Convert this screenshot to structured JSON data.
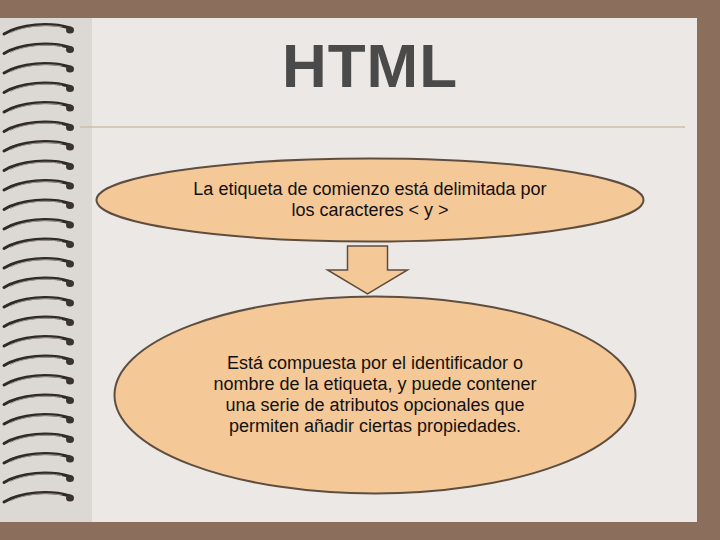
{
  "diagram": {
    "title": "HTML",
    "nodes": [
      {
        "text": [
          "La etiqueta de comienzo está delimitada por los caracteres < y >"
        ]
      },
      {
        "text": [
          "Está compuesta por el identificador o nombre de la etiqueta, y puede contener una serie de atributos opcionales que permiten añadir ciertas propiedades."
        ]
      }
    ],
    "edges": [
      {
        "from": 0,
        "to": 1,
        "arrow": "to"
      }
    ]
  }
}
